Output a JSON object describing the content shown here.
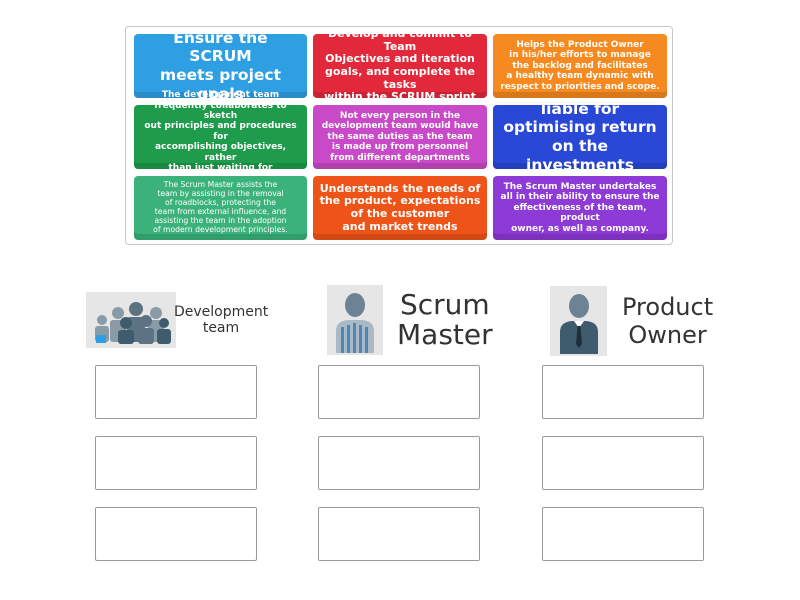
{
  "tiles": [
    {
      "text": "Ensure the SCRUM\nmeets project goals",
      "color": "#2f9fe3"
    },
    {
      "text": "Develop and commit to Team\nObjectives and iteration\ngoals, and complete the tasks\nwithin the SCRUM sprint",
      "color": "#e2293c"
    },
    {
      "text": "Helps the Product Owner\nin his/her efforts to manage\nthe backlog and facilitates\na healthy team dynamic with\nrespect to priorities and scope.",
      "color": "#f6891f"
    },
    {
      "text": "The development team\nfrequently collaborates to sketch\nout principles and procedures for\naccomplishing objectives, rather\nthan just waiting for instructions.",
      "color": "#1e9c4c"
    },
    {
      "text": "Not every person in the\ndevelopment team would have\nthe same duties as the team\nis made up from personnel\nfrom different departments",
      "color": "#c94ac8"
    },
    {
      "text": "liable for\noptimising return\non the investments",
      "color": "#2a48d6"
    },
    {
      "text": "The Scrum Master assists the\nteam by assisting in the removal\nof roadblocks, protecting the\nteam from external influence, and\nassisting the team in the adoption\nof modern development principles.",
      "color": "#3bb27a"
    },
    {
      "text": "Understands the needs of\nthe product, expectations\nof the customer\nand market trends",
      "color": "#ee5418"
    },
    {
      "text": "The Scrum Master undertakes\nall in their ability to ensure the\neffectiveness of the team, product\nowner, as well as company.",
      "color": "#8e3ad6"
    }
  ],
  "groups": [
    {
      "label": "Development\nteam",
      "icon": "team-icon"
    },
    {
      "label": "Scrum\nMaster",
      "icon": "scrum-master-icon"
    },
    {
      "label": "Product\nOwner",
      "icon": "product-owner-icon"
    }
  ]
}
